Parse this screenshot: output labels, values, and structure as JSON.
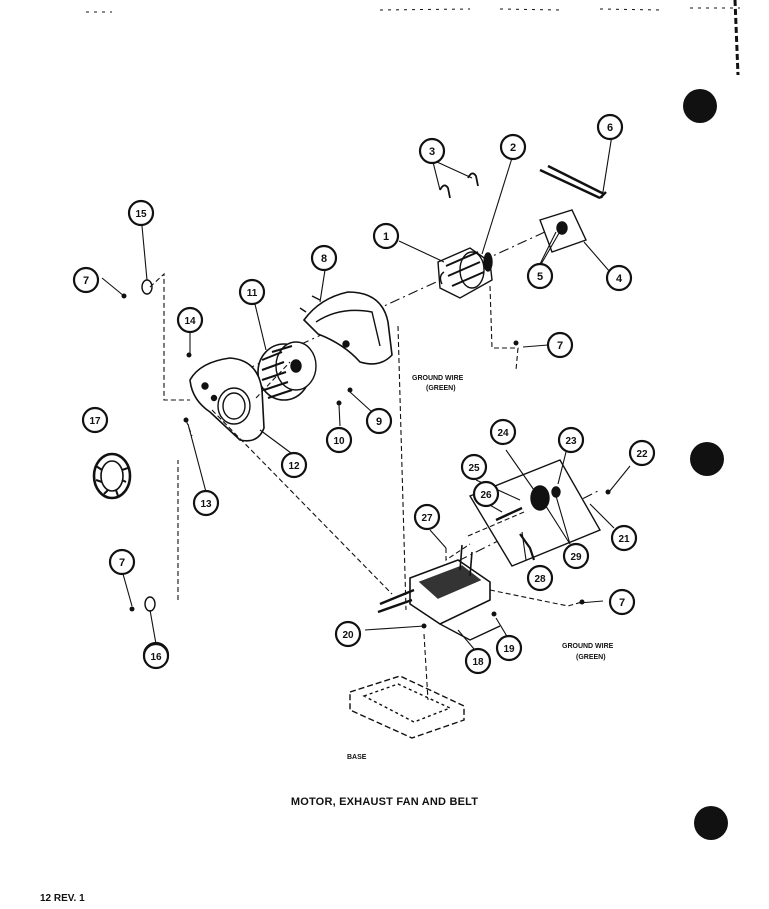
{
  "diagram": {
    "caption": "MOTOR, EXHAUST FAN AND BELT",
    "page_number": "12 REV. 1",
    "callouts": [
      "1",
      "2",
      "3",
      "4",
      "5",
      "6",
      "7",
      "7",
      "7",
      "7",
      "7",
      "8",
      "9",
      "10",
      "11",
      "12",
      "13",
      "14",
      "15",
      "16",
      "17",
      "18",
      "19",
      "20",
      "21",
      "22",
      "23",
      "24",
      "25",
      "26",
      "27",
      "28",
      "29"
    ],
    "labels": {
      "ground_wire_upper": [
        "GROUND WIRE",
        "(GREEN)"
      ],
      "ground_wire_lower": [
        "GROUND WIRE",
        "(GREEN)"
      ],
      "base": "BASE"
    }
  },
  "colors": {
    "ink": "#111111",
    "paper": "#ffffff"
  }
}
